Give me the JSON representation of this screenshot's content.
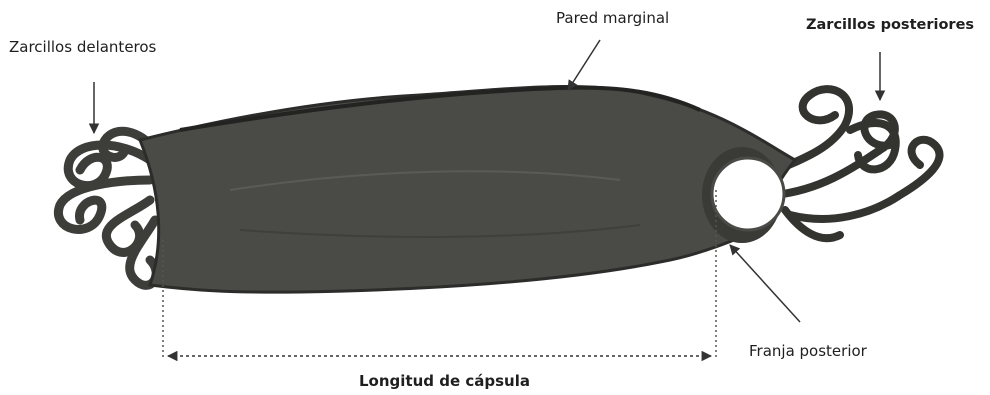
{
  "labels": {
    "front_tendrils": "Zarcillos delanteros",
    "marginal_wall": "Pared marginal",
    "rear_tendrils": "Zarcillos posteriores",
    "rear_fringe": "Franja posterior",
    "capsule_length": "Longitud de cápsula"
  },
  "colors": {
    "capsule_body": "#4a4b47",
    "capsule_edge": "#2c2d2a",
    "tendril": "#3d3e3a",
    "arrow": "#333333",
    "text": "#1f1f1f"
  }
}
